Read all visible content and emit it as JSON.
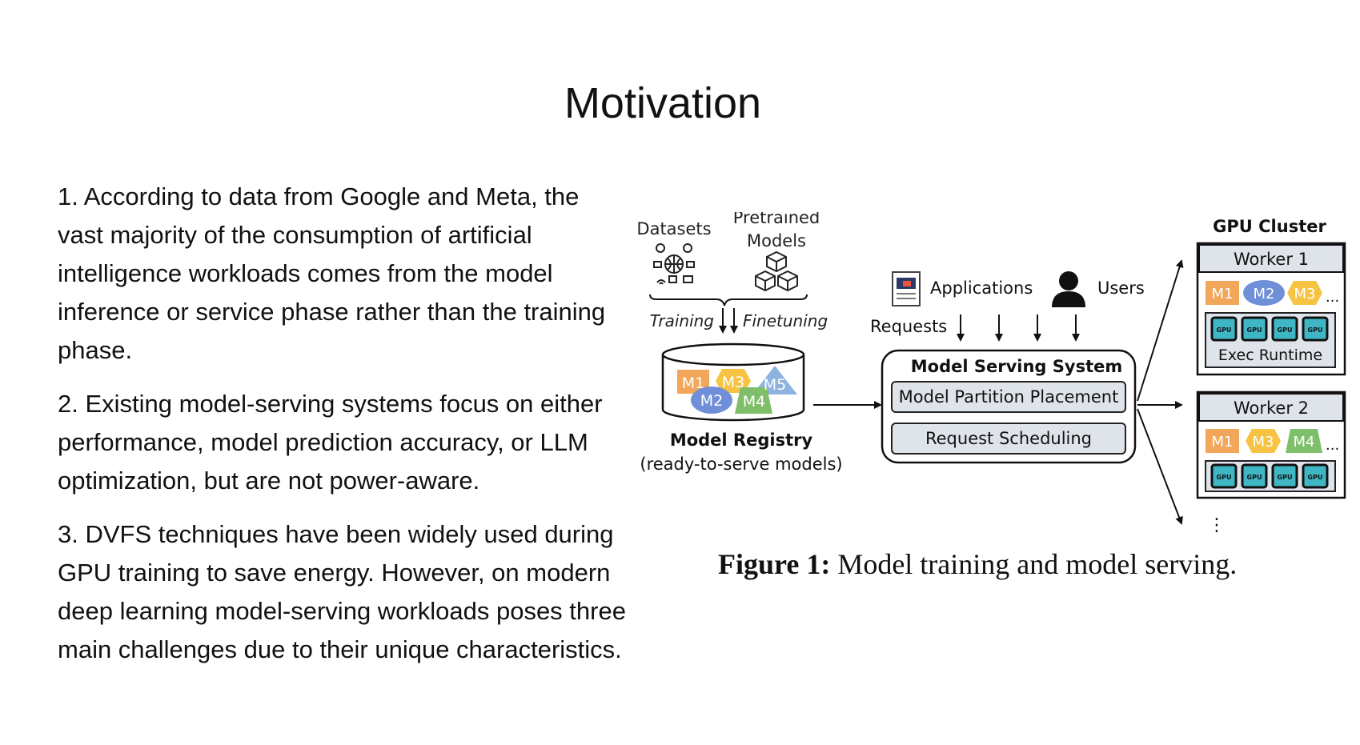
{
  "slide": {
    "title": "Motivation",
    "points": [
      "1. According to data from Google and Meta, the vast majority of the consumption of artificial intelligence workloads comes from the model inference or service phase rather than the training phase.",
      "2. Existing model-serving systems focus on either performance, model prediction accuracy, or LLM optimization, but are not power-aware.",
      "3. DVFS techniques have been widely used during GPU training to save energy. However, on modern deep learning model-serving workloads poses three main challenges due to their unique characteristics."
    ]
  },
  "figure": {
    "datasets_label": "Datasets",
    "pretrained_label_line1": "Pretrained",
    "pretrained_label_line2": "Models",
    "training_label": "Training",
    "finetuning_label": "Finetuning",
    "registry_models": [
      "M1",
      "M3",
      "M5",
      "M2",
      "M4"
    ],
    "registry_title": "Model Registry",
    "registry_subtitle": "(ready-to-serve models)",
    "applications_label": "Applications",
    "users_label": "Users",
    "requests_label": "Requests",
    "serving_title": "Model Serving System",
    "partition_label": "Model Partition Placement",
    "scheduling_label": "Request Scheduling",
    "cluster_title": "GPU Cluster",
    "worker1_title": "Worker 1",
    "worker1_models": [
      "M1",
      "M2",
      "M3"
    ],
    "worker2_title": "Worker 2",
    "worker2_models": [
      "M1",
      "M3",
      "M4"
    ],
    "gpu_chip_label": "GPU",
    "exec_runtime_label": "Exec Runtime",
    "ellipsis": "...",
    "vertical_ellipsis": "⋮",
    "caption_label": "Figure 1:",
    "caption_text": "Model training and model serving.",
    "colors": {
      "orange": "#f2a65a",
      "blue": "#6f8fd8",
      "yellow": "#f6c343",
      "green": "#7fbf6a",
      "lightblue": "#8fb3e0",
      "gpu_teal": "#3fb6c4",
      "box_fill": "#dfe3ea"
    }
  }
}
